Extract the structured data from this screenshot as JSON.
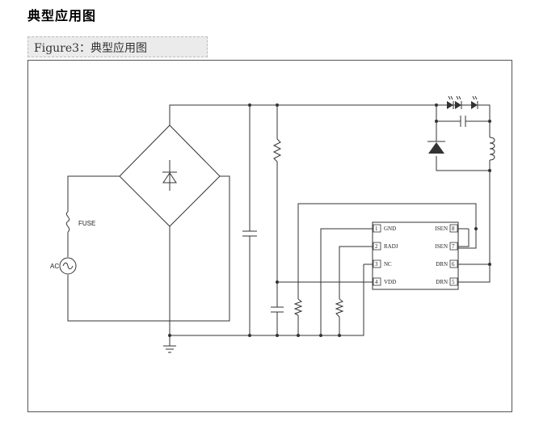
{
  "page": {
    "title": "典型应用图"
  },
  "figure": {
    "caption": "Figure3：典型应用图"
  },
  "labels": {
    "fuse": "FUSE",
    "ac": "AC"
  },
  "ic": {
    "pins": [
      {
        "num": "1",
        "name": "GND"
      },
      {
        "num": "2",
        "name": "RADJ"
      },
      {
        "num": "3",
        "name": "NC"
      },
      {
        "num": "4",
        "name": "VDD"
      },
      {
        "num": "8",
        "name": "ISEN"
      },
      {
        "num": "7",
        "name": "ISEN"
      },
      {
        "num": "6",
        "name": "DRN"
      },
      {
        "num": "5",
        "name": "DRN"
      }
    ]
  },
  "icons": [
    "bridge-rectifier-icon",
    "diode-icon",
    "capacitor-icon",
    "resistor-icon",
    "inductor-icon",
    "led-icon",
    "fuse-icon",
    "ac-source-icon",
    "ground-icon"
  ]
}
